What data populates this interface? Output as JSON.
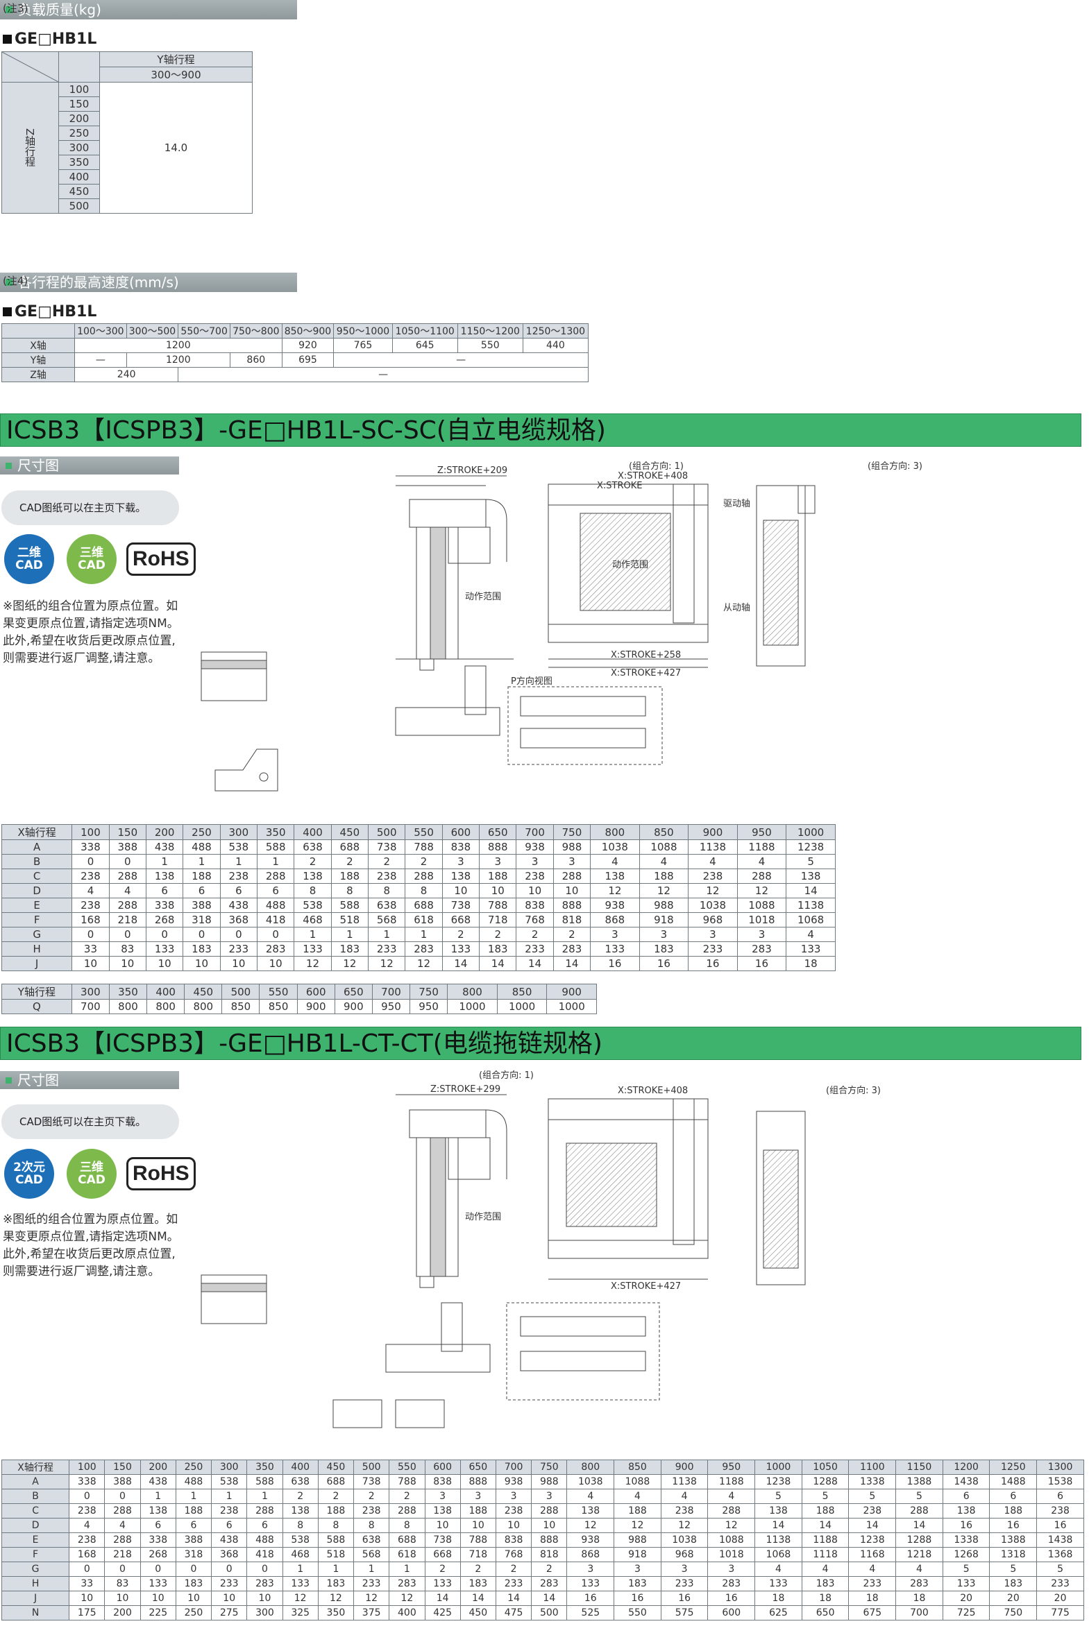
{
  "sec1": {
    "title": "负载质量(kg)",
    "note": "(注3)"
  },
  "model1": "GE□HB1L",
  "load_table": {
    "col_head": "Y轴行程",
    "col_range": "300～900",
    "row_head": "Z轴行程",
    "rows": [
      "100",
      "150",
      "200",
      "250",
      "300",
      "350",
      "400",
      "450",
      "500"
    ],
    "value": "14.0"
  },
  "sec2": {
    "title": "各行程的最高速度(mm/s)",
    "note": "(注4)"
  },
  "model2": "GE□HB1L",
  "speed_table": {
    "headers": [
      "100～300",
      "300～500",
      "550～700",
      "750～800",
      "850～900",
      "950～1000",
      "1050～1100",
      "1150～1200",
      "1250～1300"
    ],
    "x": {
      "label": "X轴",
      "v1": "1200",
      "v2": "920",
      "v3": "765",
      "v4": "645",
      "v5": "550",
      "v6": "440"
    },
    "y": {
      "label": "Y轴",
      "v1": "—",
      "v2": "1200",
      "v3": "860",
      "v4": "695",
      "v5": "—"
    },
    "z": {
      "label": "Z轴",
      "v1": "240",
      "v2": "—"
    }
  },
  "section_a": {
    "title": "ICSB3【ICSPB3】-GE□HB1L-SC-SC(自立电缆规格)",
    "sub": "尺寸图",
    "cad_text": "CAD图纸可以在主页下载。",
    "badge1": "二维\nCAD",
    "badge2": "三维\nCAD",
    "rohs": "RoHS",
    "note": "※图纸的组合位置为原点位置。如果变更原点位置,请指定选项NM。此外,希望在收货后更改原点位置,则需要进行返厂调整,请注意。",
    "combo1": "(组合方向: 1)",
    "combo3": "(组合方向: 3)"
  },
  "table_a": {
    "header": [
      "X轴行程",
      "100",
      "150",
      "200",
      "250",
      "300",
      "350",
      "400",
      "450",
      "500",
      "550",
      "600",
      "650",
      "700",
      "750",
      "800",
      "850",
      "900",
      "950",
      "1000"
    ],
    "rows": [
      [
        "A",
        "338",
        "388",
        "438",
        "488",
        "538",
        "588",
        "638",
        "688",
        "738",
        "788",
        "838",
        "888",
        "938",
        "988",
        "1038",
        "1088",
        "1138",
        "1188",
        "1238"
      ],
      [
        "B",
        "0",
        "0",
        "1",
        "1",
        "1",
        "1",
        "2",
        "2",
        "2",
        "2",
        "3",
        "3",
        "3",
        "3",
        "4",
        "4",
        "4",
        "4",
        "5"
      ],
      [
        "C",
        "238",
        "288",
        "138",
        "188",
        "238",
        "288",
        "138",
        "188",
        "238",
        "288",
        "138",
        "188",
        "238",
        "288",
        "138",
        "188",
        "238",
        "288",
        "138"
      ],
      [
        "D",
        "4",
        "4",
        "6",
        "6",
        "6",
        "6",
        "8",
        "8",
        "8",
        "8",
        "10",
        "10",
        "10",
        "10",
        "12",
        "12",
        "12",
        "12",
        "14"
      ],
      [
        "E",
        "238",
        "288",
        "338",
        "388",
        "438",
        "488",
        "538",
        "588",
        "638",
        "688",
        "738",
        "788",
        "838",
        "888",
        "938",
        "988",
        "1038",
        "1088",
        "1138"
      ],
      [
        "F",
        "168",
        "218",
        "268",
        "318",
        "368",
        "418",
        "468",
        "518",
        "568",
        "618",
        "668",
        "718",
        "768",
        "818",
        "868",
        "918",
        "968",
        "1018",
        "1068"
      ],
      [
        "G",
        "0",
        "0",
        "0",
        "0",
        "0",
        "0",
        "1",
        "1",
        "1",
        "1",
        "2",
        "2",
        "2",
        "2",
        "3",
        "3",
        "3",
        "3",
        "4"
      ],
      [
        "H",
        "33",
        "83",
        "133",
        "183",
        "233",
        "283",
        "133",
        "183",
        "233",
        "283",
        "133",
        "183",
        "233",
        "283",
        "133",
        "183",
        "233",
        "283",
        "133"
      ],
      [
        "J",
        "10",
        "10",
        "10",
        "10",
        "10",
        "10",
        "12",
        "12",
        "12",
        "12",
        "14",
        "14",
        "14",
        "14",
        "16",
        "16",
        "16",
        "16",
        "18"
      ]
    ]
  },
  "table_a2": {
    "header": [
      "Y轴行程",
      "300",
      "350",
      "400",
      "450",
      "500",
      "550",
      "600",
      "650",
      "700",
      "750",
      "800",
      "850",
      "900"
    ],
    "rows": [
      [
        "Q",
        "700",
        "800",
        "800",
        "800",
        "850",
        "850",
        "900",
        "900",
        "950",
        "950",
        "1000",
        "1000",
        "1000"
      ]
    ]
  },
  "section_b": {
    "title": "ICSB3【ICSPB3】-GE□HB1L-CT-CT(电缆拖链规格)",
    "sub": "尺寸图",
    "cad_text": "CAD图纸可以在主页下载。",
    "badge1": "2次元\nCAD",
    "badge2": "三维\nCAD",
    "rohs": "RoHS",
    "note": "※图纸的组合位置为原点位置。如果变更原点位置,请指定选项NM。此外,希望在收货后更改原点位置,则需要进行返厂调整,请注意。",
    "combo1": "(组合方向: 1)",
    "combo3": "(组合方向: 3)"
  },
  "table_b": {
    "header": [
      "X轴行程",
      "100",
      "150",
      "200",
      "250",
      "300",
      "350",
      "400",
      "450",
      "500",
      "550",
      "600",
      "650",
      "700",
      "750",
      "800",
      "850",
      "900",
      "950",
      "1000",
      "1050",
      "1100",
      "1150",
      "1200",
      "1250",
      "1300"
    ],
    "rows": [
      [
        "A",
        "338",
        "388",
        "438",
        "488",
        "538",
        "588",
        "638",
        "688",
        "738",
        "788",
        "838",
        "888",
        "938",
        "988",
        "1038",
        "1088",
        "1138",
        "1188",
        "1238",
        "1288",
        "1338",
        "1388",
        "1438",
        "1488",
        "1538"
      ],
      [
        "B",
        "0",
        "0",
        "1",
        "1",
        "1",
        "1",
        "2",
        "2",
        "2",
        "2",
        "3",
        "3",
        "3",
        "3",
        "4",
        "4",
        "4",
        "4",
        "5",
        "5",
        "5",
        "5",
        "6",
        "6",
        "6"
      ],
      [
        "C",
        "238",
        "288",
        "138",
        "188",
        "238",
        "288",
        "138",
        "188",
        "238",
        "288",
        "138",
        "188",
        "238",
        "288",
        "138",
        "188",
        "238",
        "288",
        "138",
        "188",
        "238",
        "288",
        "138",
        "188",
        "238"
      ],
      [
        "D",
        "4",
        "4",
        "6",
        "6",
        "6",
        "6",
        "8",
        "8",
        "8",
        "8",
        "10",
        "10",
        "10",
        "10",
        "12",
        "12",
        "12",
        "12",
        "14",
        "14",
        "14",
        "14",
        "16",
        "16",
        "16"
      ],
      [
        "E",
        "238",
        "288",
        "338",
        "388",
        "438",
        "488",
        "538",
        "588",
        "638",
        "688",
        "738",
        "788",
        "838",
        "888",
        "938",
        "988",
        "1038",
        "1088",
        "1138",
        "1188",
        "1238",
        "1288",
        "1338",
        "1388",
        "1438"
      ],
      [
        "F",
        "168",
        "218",
        "268",
        "318",
        "368",
        "418",
        "468",
        "518",
        "568",
        "618",
        "668",
        "718",
        "768",
        "818",
        "868",
        "918",
        "968",
        "1018",
        "1068",
        "1118",
        "1168",
        "1218",
        "1268",
        "1318",
        "1368"
      ],
      [
        "G",
        "0",
        "0",
        "0",
        "0",
        "0",
        "0",
        "1",
        "1",
        "1",
        "1",
        "2",
        "2",
        "2",
        "2",
        "3",
        "3",
        "3",
        "3",
        "4",
        "4",
        "4",
        "4",
        "5",
        "5",
        "5"
      ],
      [
        "H",
        "33",
        "83",
        "133",
        "183",
        "233",
        "283",
        "133",
        "183",
        "233",
        "283",
        "133",
        "183",
        "233",
        "283",
        "133",
        "183",
        "233",
        "283",
        "133",
        "183",
        "233",
        "283",
        "133",
        "183",
        "233"
      ],
      [
        "J",
        "10",
        "10",
        "10",
        "10",
        "10",
        "10",
        "12",
        "12",
        "12",
        "12",
        "14",
        "14",
        "14",
        "14",
        "16",
        "16",
        "16",
        "16",
        "18",
        "18",
        "18",
        "18",
        "20",
        "20",
        "20"
      ],
      [
        "N",
        "175",
        "200",
        "225",
        "250",
        "275",
        "300",
        "325",
        "350",
        "375",
        "400",
        "425",
        "450",
        "475",
        "500",
        "525",
        "550",
        "575",
        "600",
        "625",
        "650",
        "675",
        "700",
        "725",
        "750",
        "775"
      ]
    ]
  },
  "drawing_labels": {
    "a_z_stroke": "Z:STROKE+209",
    "a_x_stroke": "X:STROKE+408",
    "a_x_stroke2": "X:STROKE",
    "a_x_stroke3": "X:STROKE+258",
    "a_x_stroke4": "X:STROKE+427",
    "a_work": "动作范围",
    "a_drive": "驱动轴",
    "a_follow": "从动轴",
    "a_p_view": "P方向视图",
    "b_z_stroke": "Z:STROKE+299",
    "b_x_stroke": "X:STROKE+408",
    "b_x_stroke4": "X:STROKE+427",
    "b_work": "动作范围"
  }
}
